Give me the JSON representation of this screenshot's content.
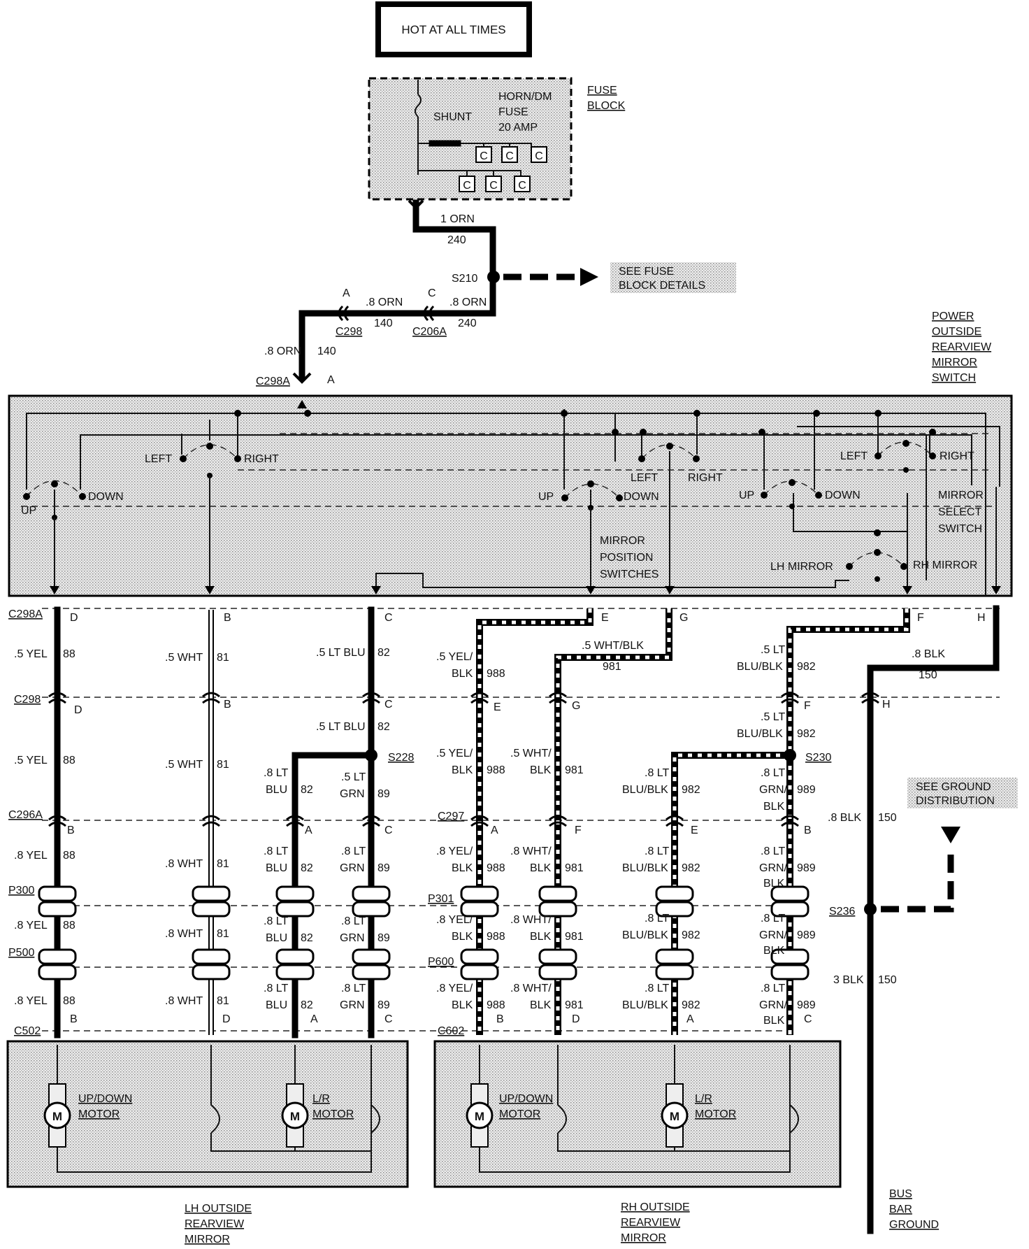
{
  "title": "HOT AT ALL TIMES",
  "fuse_block": {
    "name_line1": "FUSE",
    "name_line2": "BLOCK",
    "shunt": "SHUNT",
    "fuse_line1": "HORN/DM",
    "fuse_line2": "FUSE",
    "fuse_line3": "20 AMP",
    "c": "C"
  },
  "feed": {
    "w1_size": "1 ORN",
    "w1_circuit": "240",
    "splice_s210": "S210",
    "see_fuse_1": "SEE FUSE",
    "see_fuse_2": "BLOCK DETAILS",
    "c206a": "C206A",
    "c206a_pin": "C",
    "c298": "C298",
    "c298_pin": "A",
    "w2_size": ".8 ORN",
    "w2_circuit": "240",
    "w3_size": ".8 ORN",
    "w3_circuit": "140",
    "w4_size": ".8 ORN",
    "w4_circuit": "140",
    "c298a": "C298A",
    "c298a_pin": "A"
  },
  "switch": {
    "name": [
      "POWER",
      "OUTSIDE",
      "REARVIEW",
      "MIRROR",
      "SWITCH"
    ],
    "left": "LEFT",
    "right": "RIGHT",
    "up": "UP",
    "down": "DOWN",
    "mirror_select": [
      "MIRROR",
      "SELECT",
      "SWITCH"
    ],
    "mirror_position": [
      "MIRROR",
      "POSITION",
      "SWITCHES"
    ],
    "lh_mirror": "LH MIRROR",
    "rh_mirror": "RH MIRROR"
  },
  "connectors": {
    "c298a": "C298A",
    "c298": "C298",
    "c296a": "C296A",
    "c297": "C297",
    "p300": "P300",
    "p301": "P301",
    "p500": "P500",
    "p600": "P600",
    "c502": "C502",
    "c602": "C602",
    "s228": "S228",
    "s230": "S230",
    "s236": "S236"
  },
  "pins": {
    "c298a": [
      "D",
      "B",
      "C",
      "E",
      "G",
      "F",
      "H"
    ],
    "c298": [
      "D",
      "B",
      "C",
      "E",
      "G",
      "F",
      "H"
    ],
    "c296a": [
      "B",
      "A",
      "C"
    ],
    "c297": [
      "A",
      "F",
      "E",
      "B"
    ],
    "c502": [
      "B",
      "D",
      "A",
      "C"
    ],
    "c602": [
      "B",
      "D",
      "A",
      "C"
    ]
  },
  "wires": {
    "yel_5": ".5 YEL",
    "yel_8": ".8 YEL",
    "c88": "88",
    "wht_5": ".5 WHT",
    "wht_8": ".8 WHT",
    "c81": "81",
    "ltblu_5": ".5 LT BLU",
    "c82": "82",
    "lt8_a": ".8 LT",
    "blu": "BLU",
    "lt5_a": ".5 LT",
    "grn": "GRN",
    "c89": "89",
    "yel5_a": ".5 YEL/",
    "yel8_a": ".8 YEL/",
    "blk": "BLK",
    "c988": "988",
    "whtblk_5": ".5 WHT/BLK",
    "wht5_a": ".5 WHT/",
    "wht8_a": ".8 WHT/",
    "c981": "981",
    "blublk": "BLU/BLK",
    "c982": "982",
    "grn_a": "GRN/",
    "c989": "989",
    "blk_8": ".8 BLK",
    "blk_3": "3 BLK",
    "c150": "150"
  },
  "ground": {
    "see_ground_1": "SEE GROUND",
    "see_ground_2": "DISTRIBUTION",
    "bus": "BUS",
    "bar": "BAR",
    "gnd": "GROUND"
  },
  "mirrors": {
    "m": "M",
    "updown": "UP/DOWN",
    "motor": "MOTOR",
    "lr": "L/R",
    "lh": [
      "LH OUTSIDE",
      "REARVIEW",
      "MIRROR"
    ],
    "rh": [
      "RH OUTSIDE",
      "REARVIEW",
      "MIRROR"
    ]
  }
}
